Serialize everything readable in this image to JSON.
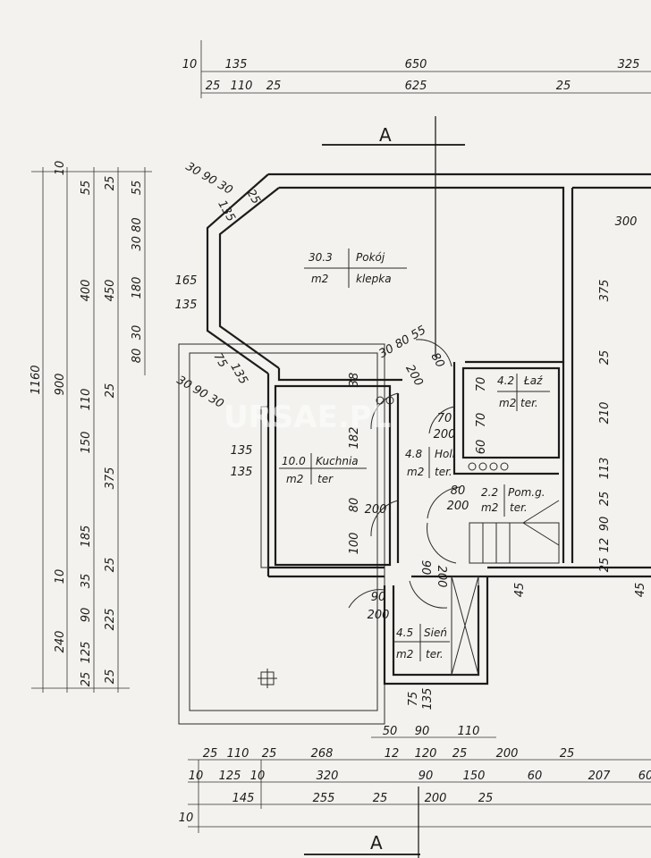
{
  "watermark": "URSAE.PL",
  "section_mark": "A",
  "rooms": [
    {
      "area": "30.3",
      "unit": "m2",
      "name": "Pokój",
      "floor": "klepka"
    },
    {
      "area": "10.0",
      "unit": "m2",
      "name": "Kuchnia",
      "floor": "ter"
    },
    {
      "area": "4.8",
      "unit": "m2",
      "name": "Holl",
      "floor": "ter."
    },
    {
      "area": "4.2",
      "unit": "m2",
      "name": "Łaź",
      "floor": "ter."
    },
    {
      "area": "2.2",
      "unit": "m2",
      "name": "Pom.g.",
      "floor": "ter."
    },
    {
      "area": "4.5",
      "unit": "m2",
      "name": "Sień",
      "floor": "ter."
    }
  ],
  "top_dims": [
    "10",
    "135",
    "650",
    "325",
    "25",
    "110",
    "25",
    "625",
    "25"
  ],
  "left_dims": [
    "1160",
    "10",
    "900",
    "10",
    "240",
    "55",
    "400",
    "110",
    "150",
    "185",
    "35",
    "90",
    "125",
    "25",
    "25",
    "450",
    "25",
    "375",
    "25",
    "225",
    "25",
    "55",
    "30 80",
    "180",
    "30",
    "80"
  ],
  "bottom_dims": [
    "50",
    "90",
    "110",
    "25",
    "110",
    "25",
    "268",
    "12",
    "120",
    "25",
    "200",
    "25",
    "10",
    "125",
    "10",
    "320",
    "90",
    "150",
    "60",
    "207",
    "60",
    "145",
    "255",
    "25",
    "200",
    "25",
    "10"
  ],
  "interior_dims": [
    "30 90 30",
    "135",
    "25",
    "165",
    "135",
    "75",
    "135",
    "30 90 30",
    "30 80 55",
    "80",
    "200",
    "38",
    "182",
    "135",
    "135",
    "80",
    "200",
    "100",
    "70",
    "200",
    "70",
    "70",
    "60",
    "80",
    "200",
    "90",
    "200",
    "90",
    "200",
    "45",
    "45",
    "300",
    "375",
    "25",
    "210",
    "113",
    "25",
    "90",
    "12",
    "25",
    "75",
    "135"
  ]
}
